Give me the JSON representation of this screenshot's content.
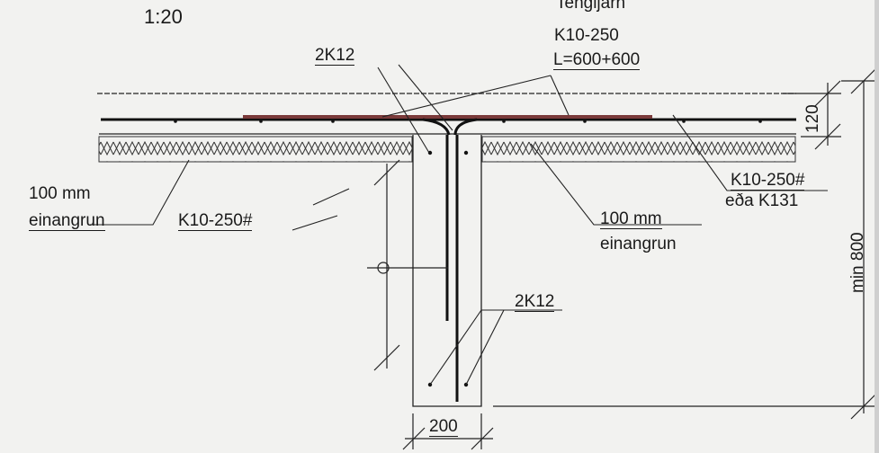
{
  "scale": "1:20",
  "tie_bar": {
    "title": "Tengijárn",
    "spec": "K10-250",
    "length": "L=600+600"
  },
  "labels": {
    "top_bars": "2K12",
    "bottom_bars": "2K12",
    "slab_mesh": "K10-250#",
    "slab_mesh_alt": "eða K131",
    "left_mesh": "K10-250#",
    "left_insulation_thickness": "100 mm",
    "left_insulation_word": "einangrun",
    "right_insulation_thickness": "100 mm",
    "right_insulation_word": "einangrun"
  },
  "dimensions": {
    "slab_thickness": "120",
    "total_depth": "min 800",
    "beam_width": "200"
  },
  "colors": {
    "ink": "#1a1a1a",
    "tie_bar": "#7a3a3a",
    "background": "#f2f2f0"
  }
}
